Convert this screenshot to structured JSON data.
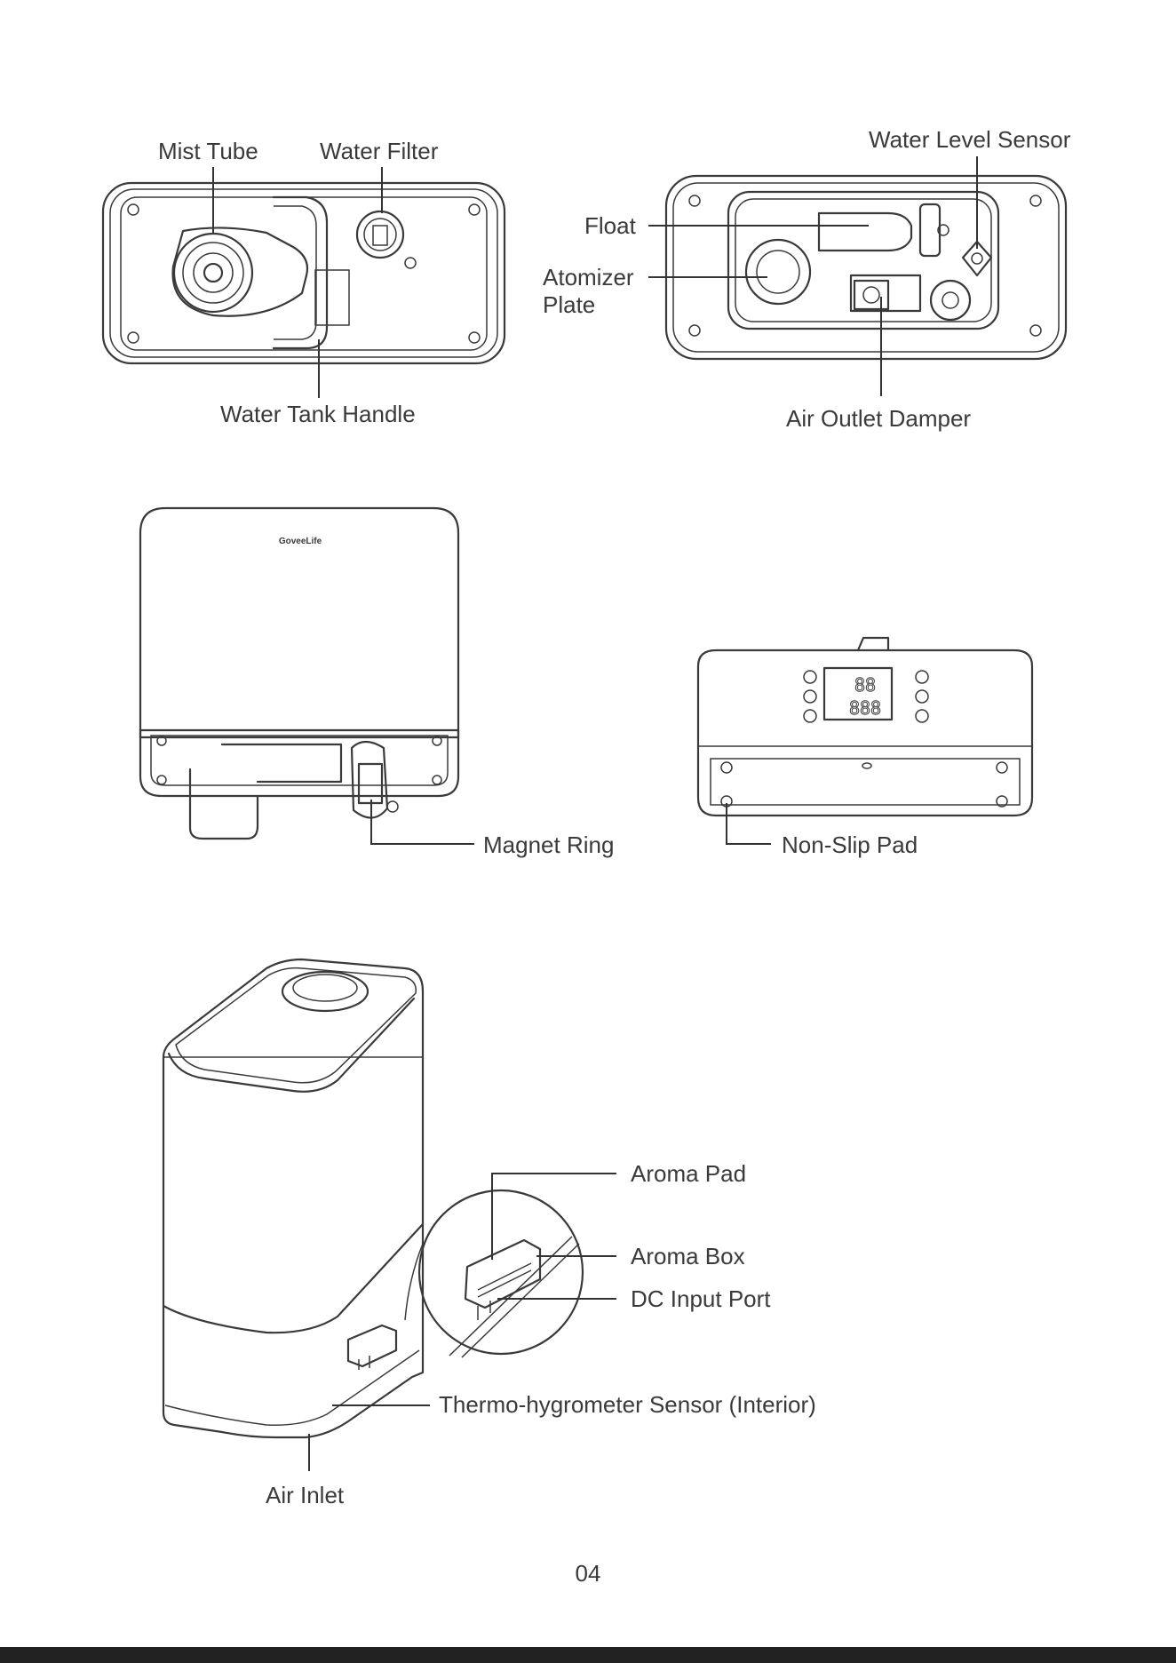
{
  "labels": {
    "mist_tube": "Mist Tube",
    "water_filter": "Water Filter",
    "water_tank_handle": "Water Tank Handle",
    "water_level_sensor": "Water Level Sensor",
    "float": "Float",
    "atomizer_plate_line1": "Atomizer",
    "atomizer_plate_line2": "Plate",
    "air_outlet_damper": "Air Outlet Damper",
    "magnet_ring": "Magnet Ring",
    "non_slip_pad": "Non-Slip Pad",
    "aroma_pad": "Aroma Pad",
    "aroma_box": "Aroma Box",
    "dc_input_port": "DC Input Port",
    "thermo_hygrometer_sensor": "Thermo-hygrometer Sensor (Interior)",
    "air_inlet": "Air Inlet"
  },
  "brand_logo": "GoveeLife",
  "display_digits_top": "88",
  "display_digits_bottom": "888",
  "page_number": "04",
  "colors": {
    "line": "#3a3a3a",
    "text": "#3a3a3a",
    "background": "#ffffff",
    "bottom_bar": "#222222"
  }
}
